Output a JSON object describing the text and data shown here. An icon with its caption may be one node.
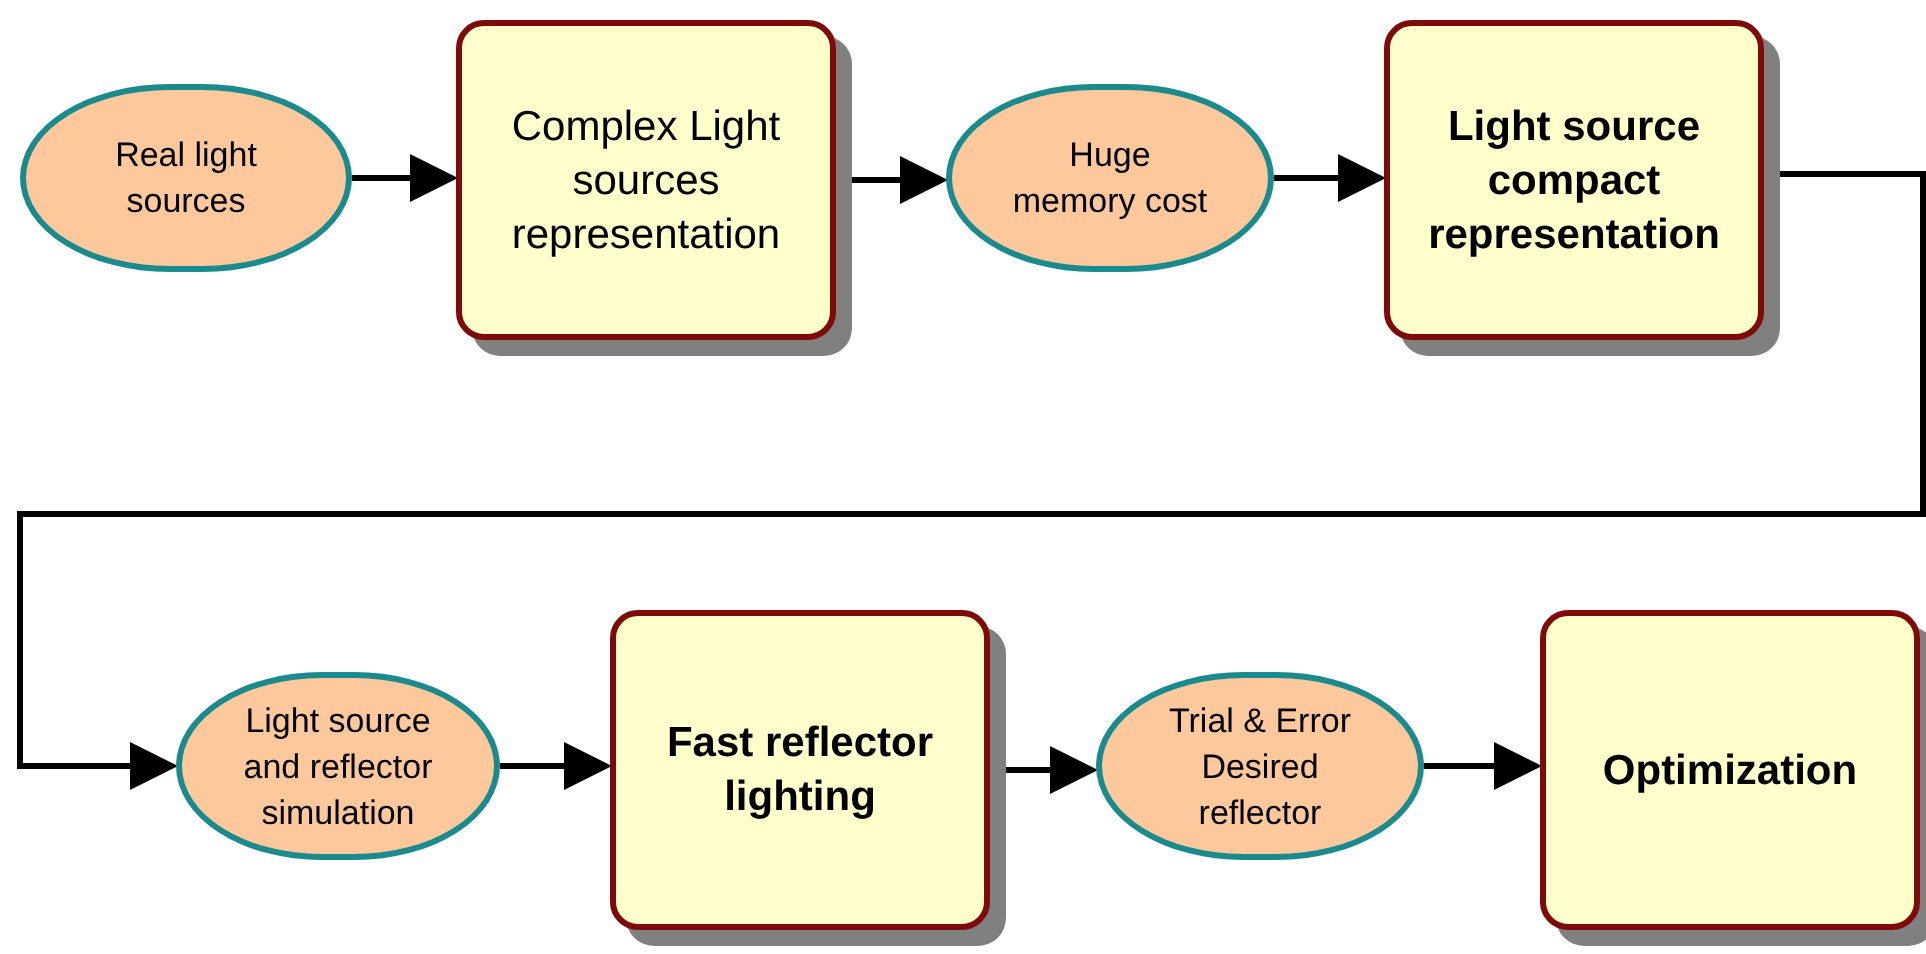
{
  "diagram": {
    "nodes": [
      {
        "text": [
          "Real light sources"
        ]
      },
      {
        "text": [
          "Complex Light sources representation"
        ]
      },
      {
        "text": [
          "Huge memory cost"
        ]
      },
      {
        "text": [
          "Light source compact representation"
        ]
      },
      {
        "text": [
          "Light source and reflector simulation"
        ]
      },
      {
        "text": [
          "Fast reflector lighting"
        ]
      },
      {
        "text": [
          "Trial & Error Desired reflector"
        ]
      },
      {
        "text": [
          "Optimization"
        ]
      }
    ],
    "edges": [
      {
        "from": 0,
        "to": 1,
        "arrow": "to"
      },
      {
        "from": 1,
        "to": 2,
        "arrow": "to"
      },
      {
        "from": 2,
        "to": 3,
        "arrow": "to"
      },
      {
        "from": 3,
        "to": 4,
        "arrow": "to"
      },
      {
        "from": 4,
        "to": 5,
        "arrow": "to"
      },
      {
        "from": 5,
        "to": 6,
        "arrow": "to"
      },
      {
        "from": 6,
        "to": 7,
        "arrow": "to"
      }
    ]
  }
}
